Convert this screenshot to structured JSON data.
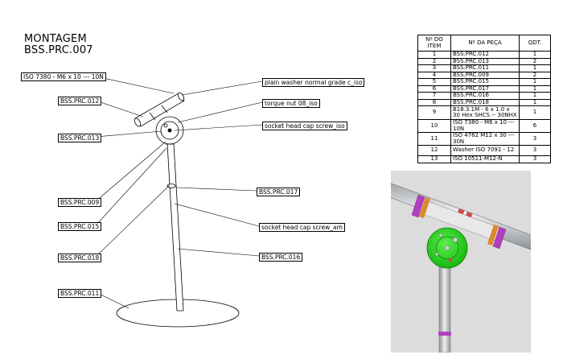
{
  "title": {
    "line1": "MONTAGEM",
    "line2": "BSS.PRC.007"
  },
  "callouts_left": [
    {
      "id": "c-iso7380",
      "text": "ISO 7380 - M6 x 10 --- 10N"
    },
    {
      "id": "c-012",
      "text": "BSS.PRC.012"
    },
    {
      "id": "c-013",
      "text": "BSS.PRC.013"
    },
    {
      "id": "c-009",
      "text": "BSS.PRC.009"
    },
    {
      "id": "c-015",
      "text": "BSS.PRC.015"
    },
    {
      "id": "c-018",
      "text": "BSS.PRC.018"
    },
    {
      "id": "c-011",
      "text": "BSS.PRC.011"
    }
  ],
  "callouts_right": [
    {
      "id": "c-washer",
      "text": "plain washer normal grade c_iso"
    },
    {
      "id": "c-torque",
      "text": "torque nut 08_iso"
    },
    {
      "id": "c-socket-iso",
      "text": "socket head cap screw_iso"
    },
    {
      "id": "c-017",
      "text": "BSS.PRC.017"
    },
    {
      "id": "c-socket-am",
      "text": "socket head cap screw_am"
    },
    {
      "id": "c-016",
      "text": "BSS.PRC.016"
    }
  ],
  "bom": {
    "headers": [
      "Nº DO ITEM",
      "Nº DA PEÇA",
      "QDT."
    ],
    "rows": [
      {
        "item": "1",
        "part": "BSS.PRC.012",
        "qty": "1"
      },
      {
        "item": "2",
        "part": "BSS.PRC.013",
        "qty": "2"
      },
      {
        "item": "3",
        "part": "BSS.PRC.011",
        "qty": "1"
      },
      {
        "item": "4",
        "part": "BSS.PRC.009",
        "qty": "2"
      },
      {
        "item": "5",
        "part": "BSS.PRC.015",
        "qty": "1"
      },
      {
        "item": "6",
        "part": "BSS.PRC.017",
        "qty": "1"
      },
      {
        "item": "7",
        "part": "BSS.PRC.016",
        "qty": "1"
      },
      {
        "item": "8",
        "part": "BSS.PRC.018",
        "qty": "1"
      },
      {
        "item": "9",
        "part": "B18.3.1M - 6 x 1.0 x 30 Hex SHCS -- 30NHX",
        "qty": "1"
      },
      {
        "item": "10",
        "part": "ISO 7380 - M6 x 10 --- 10N",
        "qty": "6"
      },
      {
        "item": "11",
        "part": "ISO 4762 M12 x 30 --- 30N",
        "qty": "3"
      },
      {
        "item": "12",
        "part": "Washer ISO 7091 - 12",
        "qty": "3"
      },
      {
        "item": "13",
        "part": "ISO 10511-M12-N",
        "qty": "3"
      }
    ]
  },
  "colors": {
    "render_bg": "#dcdcdc",
    "tube": "#c6cacc",
    "hub_green": "#22d61a",
    "ring_purple": "#b040c0",
    "ring_orange": "#d98a2a"
  }
}
